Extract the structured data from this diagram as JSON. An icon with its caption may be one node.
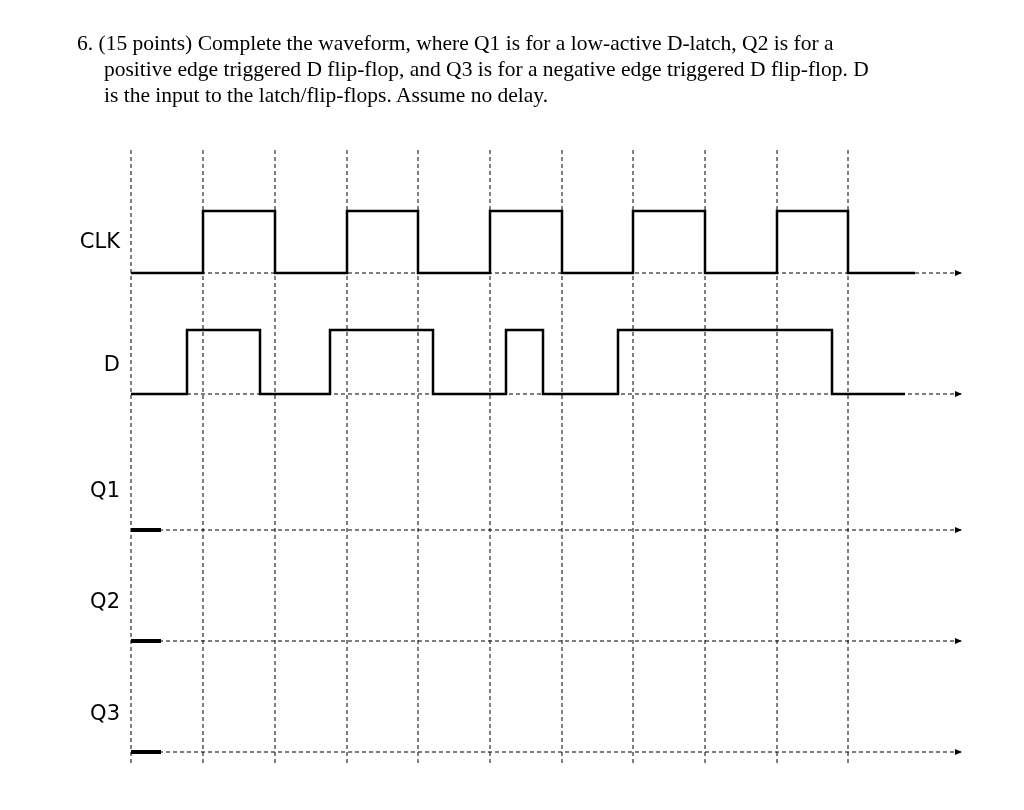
{
  "diagram": {
    "title": "6. (15 points) Complete the waveform, where Q1 is for a low-active D-latch, Q2 is for a positive edge triggered D flip-flop, and Q3 is for a negative edge triggered D flip-flop. D is the input to the latch/flip-flops. Assume no delay.",
    "labels": [
      "CLK",
      "D",
      "Q1",
      "Q2",
      "Q3"
    ]
  }
}
